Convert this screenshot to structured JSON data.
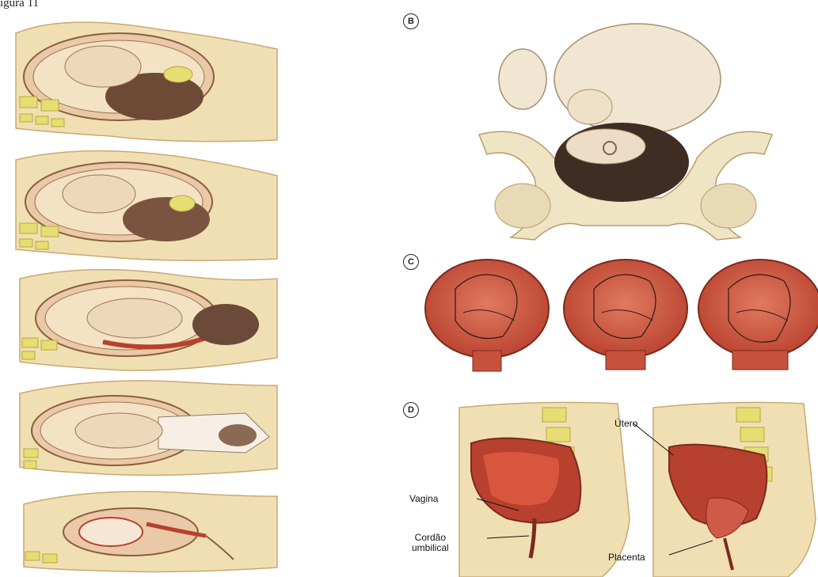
{
  "heading": "igura 11",
  "panel_labels": {
    "b": "B",
    "c": "C",
    "d": "D"
  },
  "annotations": {
    "utero": "Útero",
    "vagina": "Vagina",
    "cordao_line1": "Cordão",
    "cordao_line2": "umbilical",
    "placenta": "Placenta"
  },
  "colors": {
    "skin": "#f1dfb4",
    "skin_shade": "#e3c98d",
    "uterus_red": "#b8402e",
    "uterus_light": "#e07a5f",
    "bone": "#efe4c4",
    "vertebra": "#e6dd73",
    "hair": "#5a4033"
  }
}
